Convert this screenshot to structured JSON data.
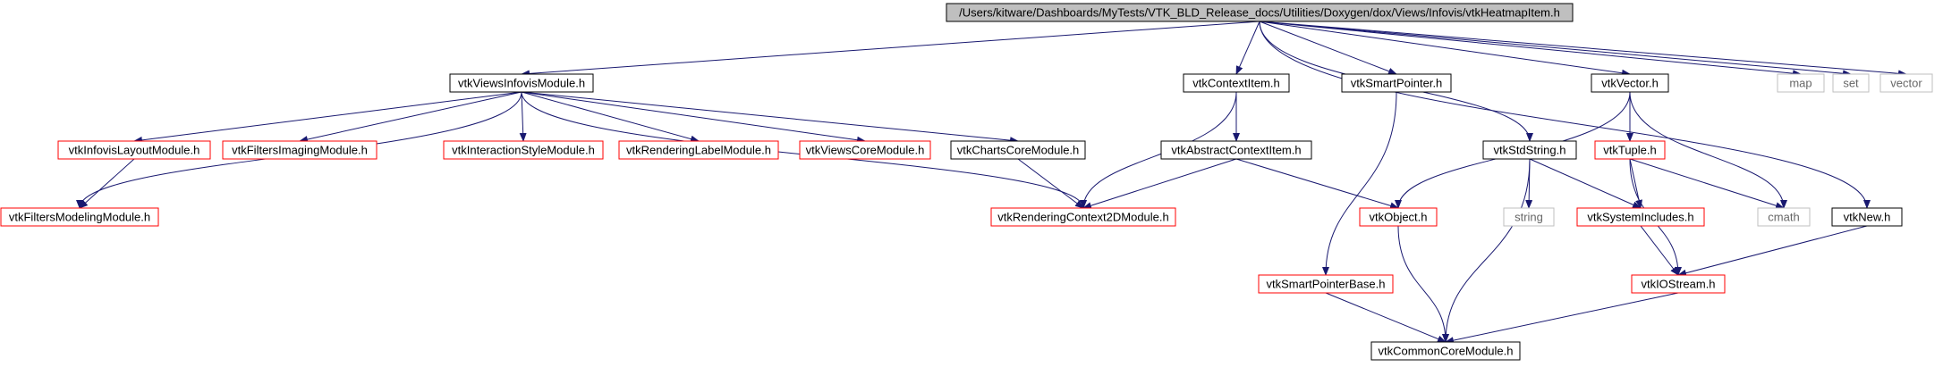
{
  "colors": {
    "edge": "#191970",
    "root_fill": "#bfbfbf",
    "border_black": "#000000",
    "border_red": "#ff0000",
    "border_grey": "#bfbfbf",
    "text": "#000000",
    "text_grey": "#666666"
  },
  "nodes": [
    {
      "id": "root",
      "label": "/Users/kitware/Dashboards/MyTests/VTK_BLD_Release_docs/Utilities/Doxygen/dox/Views/Infovis/vtkHeatmapItem.h",
      "style": "root"
    },
    {
      "id": "viewsinfovis",
      "label": "vtkViewsInfovisModule.h",
      "style": "black"
    },
    {
      "id": "contextitem",
      "label": "vtkContextItem.h",
      "style": "black"
    },
    {
      "id": "smartpointer",
      "label": "vtkSmartPointer.h",
      "style": "black"
    },
    {
      "id": "vector_h",
      "label": "vtkVector.h",
      "style": "black"
    },
    {
      "id": "map",
      "label": "map",
      "style": "grey"
    },
    {
      "id": "set",
      "label": "set",
      "style": "grey"
    },
    {
      "id": "vector",
      "label": "vector",
      "style": "grey"
    },
    {
      "id": "infovislayout",
      "label": "vtkInfovisLayoutModule.h",
      "style": "red"
    },
    {
      "id": "filtersimaging",
      "label": "vtkFiltersImagingModule.h",
      "style": "red"
    },
    {
      "id": "interactionstyle",
      "label": "vtkInteractionStyleModule.h",
      "style": "red"
    },
    {
      "id": "renderinglabel",
      "label": "vtkRenderingLabelModule.h",
      "style": "red"
    },
    {
      "id": "viewscore",
      "label": "vtkViewsCoreModule.h",
      "style": "red"
    },
    {
      "id": "chartscore",
      "label": "vtkChartsCoreModule.h",
      "style": "black"
    },
    {
      "id": "abstractcontextitem",
      "label": "vtkAbstractContextItem.h",
      "style": "black"
    },
    {
      "id": "stdstring",
      "label": "vtkStdString.h",
      "style": "black"
    },
    {
      "id": "tuple",
      "label": "vtkTuple.h",
      "style": "red"
    },
    {
      "id": "filtersmodeling",
      "label": "vtkFiltersModelingModule.h",
      "style": "red"
    },
    {
      "id": "renderingcontext2d",
      "label": "vtkRenderingContext2DModule.h",
      "style": "red"
    },
    {
      "id": "object",
      "label": "vtkObject.h",
      "style": "red"
    },
    {
      "id": "string",
      "label": "string",
      "style": "grey"
    },
    {
      "id": "systemincludes",
      "label": "vtkSystemIncludes.h",
      "style": "red"
    },
    {
      "id": "cmath",
      "label": "cmath",
      "style": "grey"
    },
    {
      "id": "new_h",
      "label": "vtkNew.h",
      "style": "black"
    },
    {
      "id": "smartpointerbase",
      "label": "vtkSmartPointerBase.h",
      "style": "red"
    },
    {
      "id": "iostream",
      "label": "vtkIOStream.h",
      "style": "red"
    },
    {
      "id": "commoncore",
      "label": "vtkCommonCoreModule.h",
      "style": "black"
    }
  ],
  "edges": [
    [
      "root",
      "viewsinfovis"
    ],
    [
      "root",
      "contextitem"
    ],
    [
      "root",
      "smartpointer"
    ],
    [
      "root",
      "vector_h"
    ],
    [
      "root",
      "stdstring"
    ],
    [
      "root",
      "new_h"
    ],
    [
      "root",
      "map"
    ],
    [
      "root",
      "set"
    ],
    [
      "root",
      "vector"
    ],
    [
      "viewsinfovis",
      "filtersmodeling"
    ],
    [
      "viewsinfovis",
      "infovislayout"
    ],
    [
      "viewsinfovis",
      "filtersimaging"
    ],
    [
      "viewsinfovis",
      "renderingcontext2d"
    ],
    [
      "viewsinfovis",
      "interactionstyle"
    ],
    [
      "viewsinfovis",
      "renderinglabel"
    ],
    [
      "viewsinfovis",
      "viewscore"
    ],
    [
      "viewsinfovis",
      "chartscore"
    ],
    [
      "infovislayout",
      "filtersmodeling"
    ],
    [
      "chartscore",
      "renderingcontext2d"
    ],
    [
      "contextitem",
      "renderingcontext2d"
    ],
    [
      "contextitem",
      "abstractcontextitem"
    ],
    [
      "abstractcontextitem",
      "renderingcontext2d"
    ],
    [
      "abstractcontextitem",
      "object"
    ],
    [
      "smartpointer",
      "smartpointerbase"
    ],
    [
      "vector_h",
      "object"
    ],
    [
      "vector_h",
      "tuple"
    ],
    [
      "vector_h",
      "cmath"
    ],
    [
      "stdstring",
      "string"
    ],
    [
      "stdstring",
      "systemincludes"
    ],
    [
      "stdstring",
      "commoncore"
    ],
    [
      "tuple",
      "systemincludes"
    ],
    [
      "tuple",
      "cmath"
    ],
    [
      "tuple",
      "iostream"
    ],
    [
      "systemincludes",
      "iostream"
    ],
    [
      "object",
      "commoncore"
    ],
    [
      "new_h",
      "iostream"
    ],
    [
      "smartpointerbase",
      "commoncore"
    ],
    [
      "iostream",
      "commoncore"
    ]
  ]
}
